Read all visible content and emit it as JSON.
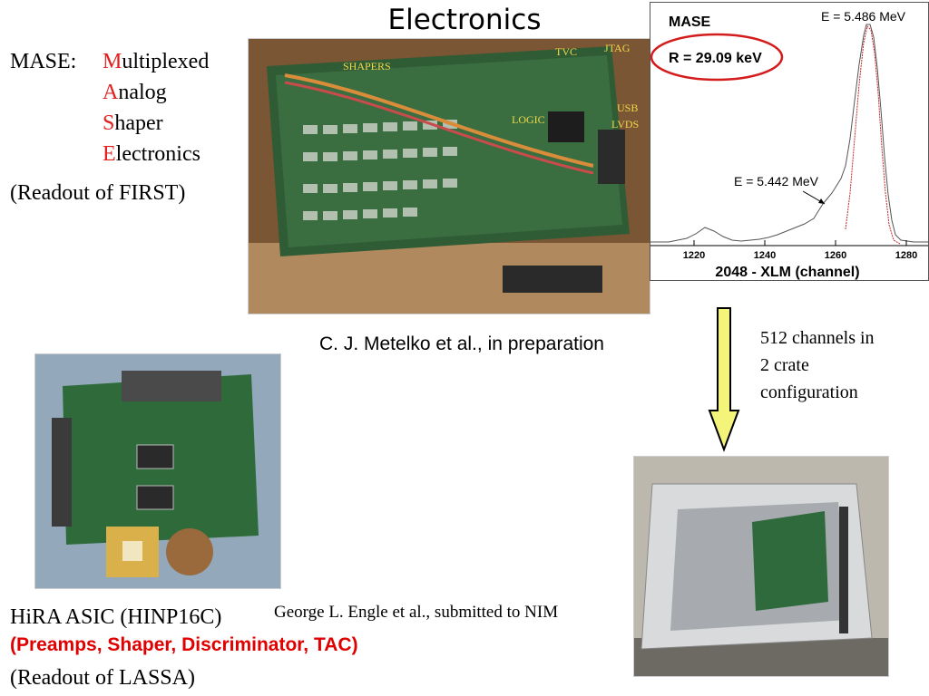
{
  "title": "Electronics",
  "mase": {
    "prefix": "MASE:",
    "words": [
      {
        "initial": "M",
        "rest": "ultiplexed"
      },
      {
        "initial": "A",
        "rest": "nalog"
      },
      {
        "initial": "S",
        "rest": "haper"
      },
      {
        "initial": "E",
        "rest": "lectronics"
      }
    ],
    "readout": "(Readout of FIRST)"
  },
  "board_labels": {
    "shapers": "SHAPERS",
    "tvc": "TVC",
    "jtag": "JTAG",
    "logic": "LOGIC",
    "usb": "USB",
    "lvds": "LVDS"
  },
  "plot": {
    "name": "MASE",
    "resolution": "R = 29.09 keV",
    "peak_label": "E = 5.486 MeV",
    "shoulder_label": "E = 5.442 MeV",
    "xlabel": "2048 - XLM (channel)",
    "ticks": [
      "1220",
      "1240",
      "1260",
      "1280"
    ]
  },
  "metelko_ref": "C. J. Metelko et al., in preparation",
  "crate_note": [
    "512 channels in",
    "2 crate",
    "configuration"
  ],
  "hira": {
    "name": "HiRA ASIC (HINP16C)",
    "ref": "George L. Engle et al., submitted to NIM",
    "features": "(Preamps, Shaper, Discriminator, TAC)",
    "readout": "(Readout of LASSA)"
  },
  "colors": {
    "accent_red": "#e02020",
    "arrow_fill": "#f4f47a",
    "ellipse": "#d41c1c",
    "fit_line": "#c0282a"
  }
}
